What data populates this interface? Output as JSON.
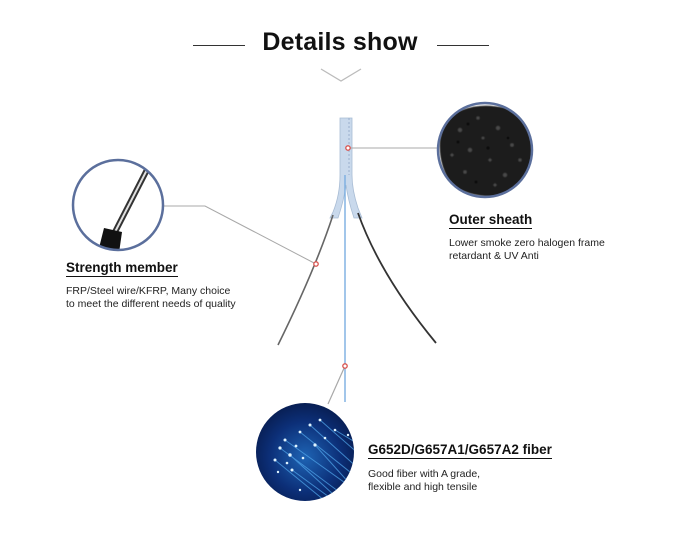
{
  "header": {
    "title": "Details show"
  },
  "callouts": [
    {
      "id": "strength-member",
      "heading": "Strength member",
      "description_lines": [
        "FRP/Steel wire/KFRP, Many choice",
        "to meet the different needs of quality"
      ],
      "image": "steel-wire-rod-icon"
    },
    {
      "id": "outer-sheath",
      "heading": "Outer sheath",
      "description_lines": [
        "Lower smoke zero halogen frame",
        "retardant & UV Anti"
      ],
      "image": "black-granules-icon"
    },
    {
      "id": "fiber",
      "heading": "G652D/G657A1/G657A2 fiber",
      "description_lines": [
        "Good fiber with A grade,",
        "flexible and high tensile"
      ],
      "image": "optical-fiber-bundle-icon"
    }
  ],
  "colors": {
    "circle_border": "#5b6f9c",
    "leader_line": "#a8a8a8",
    "marker": "#d9534f",
    "fiber_blue": "#7aaee0",
    "sheath_blue": "#c9d9ec"
  }
}
